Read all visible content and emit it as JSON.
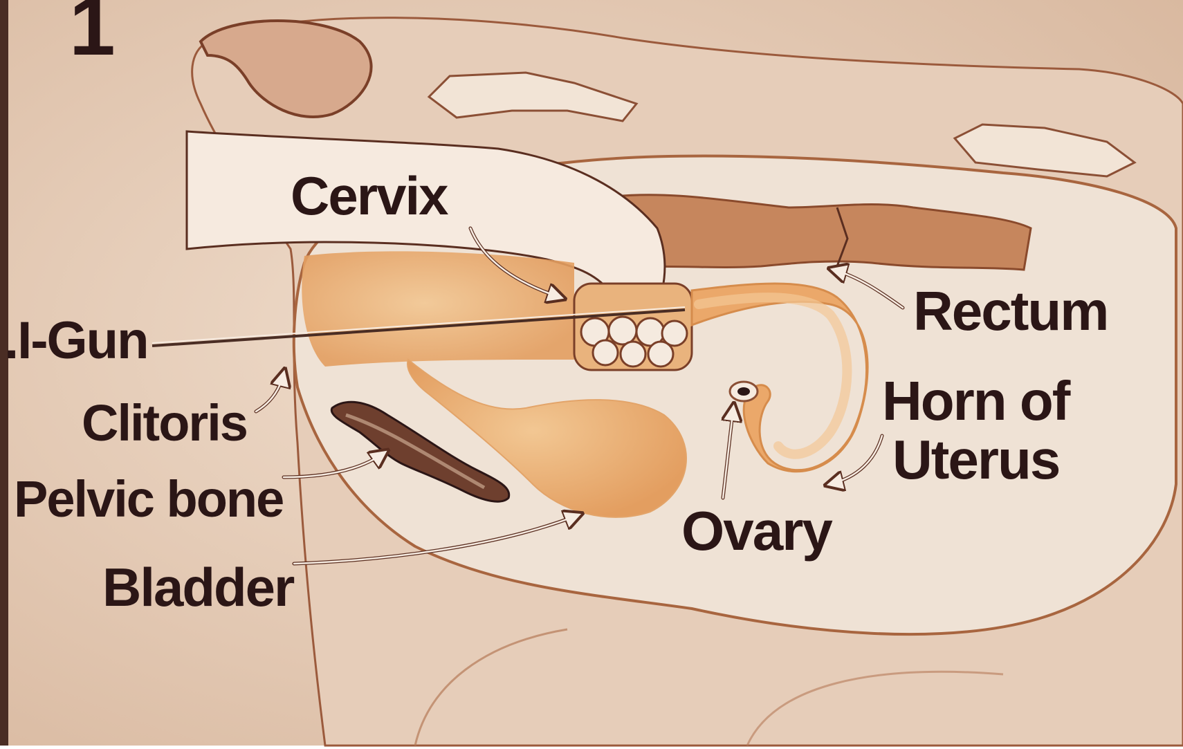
{
  "diagram": {
    "corner_mark": "1",
    "labels": {
      "cervix": "Cervix",
      "rectum": "Rectum",
      "ai_gun": ".I-Gun",
      "clitoris": "Clitoris",
      "pelvic_bone": "Pelvic bone",
      "bladder": "Bladder",
      "ovary": "Ovary",
      "horn_of_uterus_line1": "Horn of",
      "horn_of_uterus_line2": "Uterus"
    },
    "colors": {
      "background": "#e9d3c1",
      "body_fill": "#eedfd1",
      "outline": "#8b4f35",
      "organ": "#e9ad72",
      "organ_dark": "#d8904f",
      "rectum": "#c98963",
      "bone": "#6e3f2e",
      "label_text": "#2b1616"
    }
  }
}
